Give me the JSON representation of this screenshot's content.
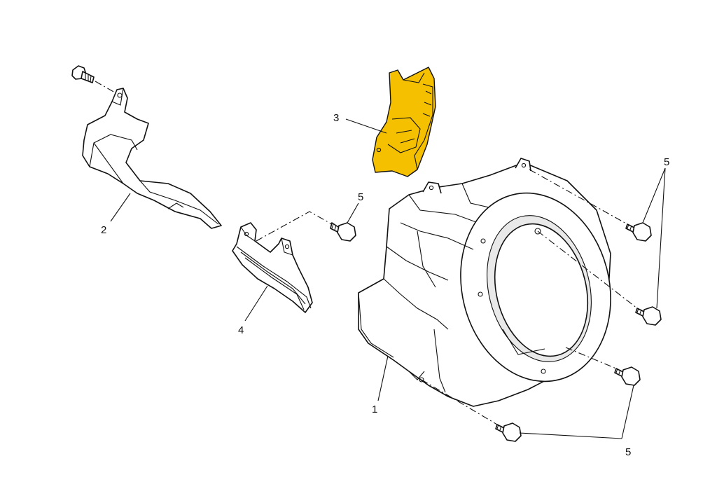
{
  "highlight_color": "#F5C000",
  "callouts": {
    "c1": "1",
    "c2": "2",
    "c3": "3",
    "c4": "4",
    "c5a": "5",
    "c5b": "5",
    "c5c": "5"
  }
}
